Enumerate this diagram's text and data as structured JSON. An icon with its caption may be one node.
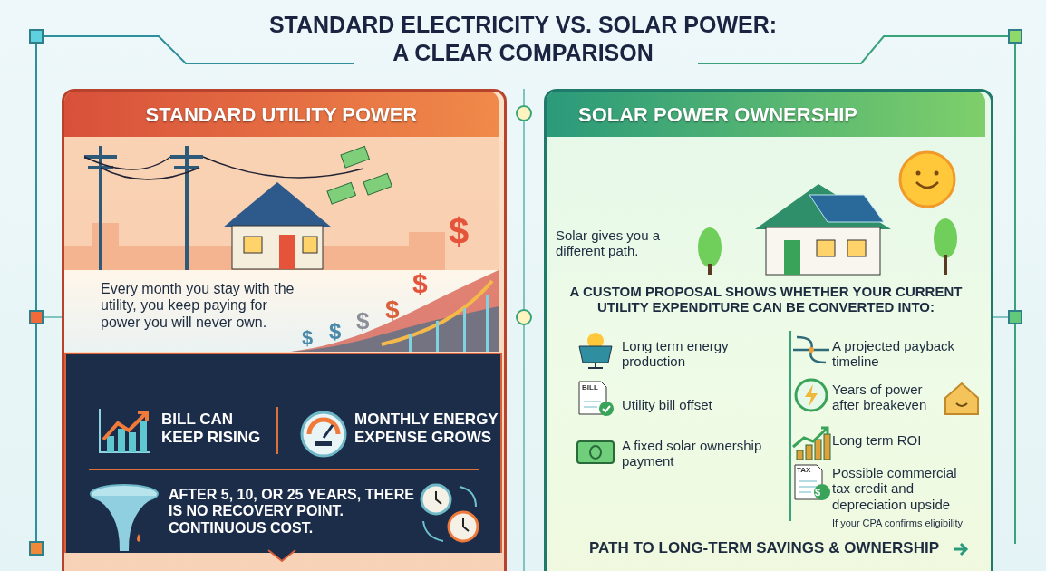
{
  "diagram": {
    "title": "STANDARD ELECTRICITY VS. SOLAR POWER: A CLEAR COMPARISON",
    "nodes": [
      {
        "text": [
          "STANDARD UTILITY POWER"
        ]
      },
      {
        "text": [
          "Every month you stay with the utility, you keep paying for power you will never own."
        ],
        "in": 0
      },
      {
        "text": [
          "BILL CAN KEEP RISING",
          "MONTHLY ENERGY EXPENSE GROWS",
          "AFTER 5, 10, OR 25 YEARS, THERE IS NO RECOVERY POINT. CONTINUOUS COST."
        ],
        "in": 0
      },
      {
        "text": [
          "SOLAR POWER OWNERSHIP",
          "Solar gives you a different path.",
          "A CUSTOM PROPOSAL SHOWS WHETHER YOUR CURRENT UTILITY EXPENDITURE CAN BE CONVERTED INTO:",
          "Long term energy production",
          "Utility bill offset",
          "A fixed solar ownership payment",
          "A projected payback timeline",
          "Years of power after breakeven",
          "Long term ROI",
          "Possible commercial tax credit and depreciation upside",
          "If your CPA confirms eligibility",
          "PATH TO LONG-TERM SAVINGS & OWNERSHIP"
        ]
      }
    ],
    "labels": [
      "$",
      "$",
      "$",
      "$",
      "$",
      "$",
      "BILL",
      "TAX",
      "$"
    ]
  }
}
